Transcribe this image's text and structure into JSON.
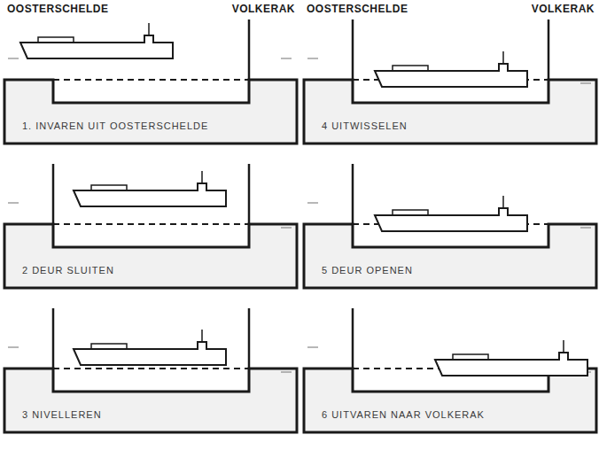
{
  "diagram": {
    "labels": [
      "OOSTERSCHELDE",
      "VOLKERAK",
      "OOSTERSCHELDE",
      "VOLKERAK",
      "1. INVAREN UIT OOSTERSCHELDE",
      "2 DEUR SLUITEN",
      "3 NIVELLEREN",
      "4 UITWISSELEN",
      "5 DEUR OPENEN",
      "6 UITVAREN NAAR VOLKERAK"
    ]
  }
}
